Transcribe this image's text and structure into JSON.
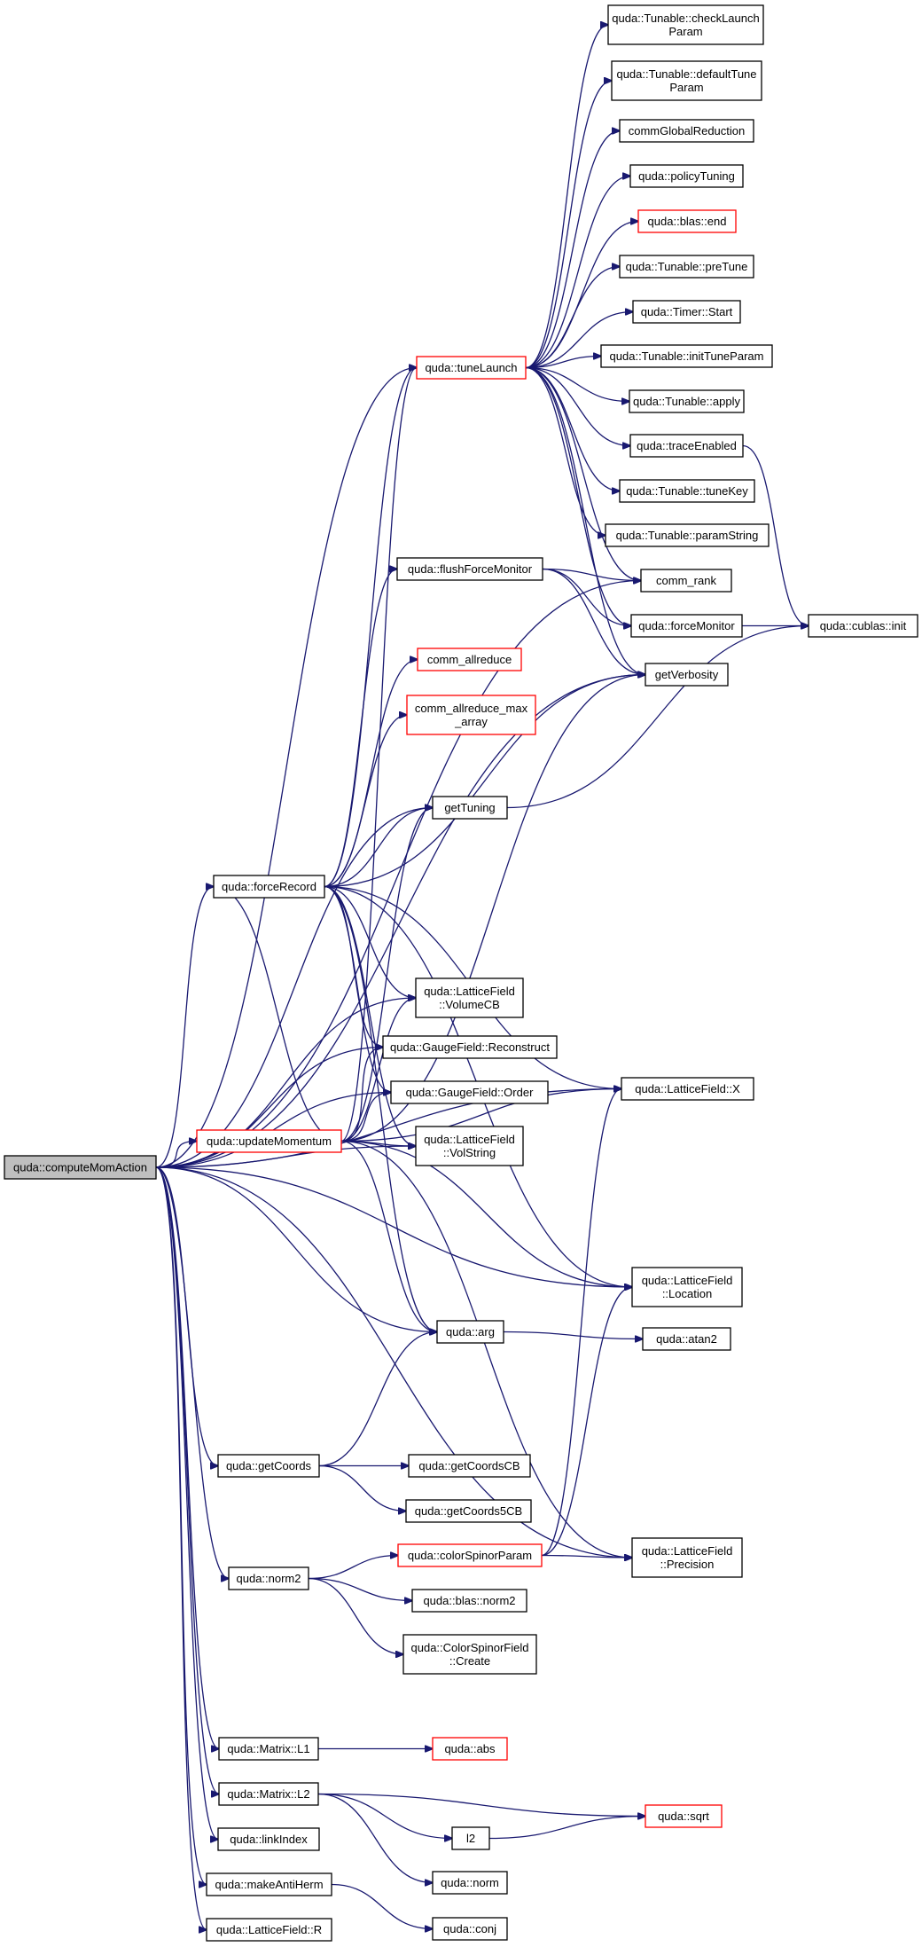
{
  "colors": {
    "edge": "#191970",
    "border": "#000000",
    "border_highlight": "#ff0000",
    "root_fill": "#bfbfbf"
  },
  "nodes": {
    "computeMomAction": {
      "lines": [
        "quda::computeMomAction"
      ],
      "style": "root"
    },
    "tuneLaunch": {
      "lines": [
        "quda::tuneLaunch"
      ],
      "style": "red"
    },
    "checkLaunchParam": {
      "lines": [
        "quda::Tunable::checkLaunch",
        "Param"
      ],
      "style": "normal"
    },
    "defaultTuneParam": {
      "lines": [
        "quda::Tunable::defaultTune",
        "Param"
      ],
      "style": "normal"
    },
    "commGlobalReduction": {
      "lines": [
        "commGlobalReduction"
      ],
      "style": "normal"
    },
    "policyTuning": {
      "lines": [
        "quda::policyTuning"
      ],
      "style": "normal"
    },
    "blasEnd": {
      "lines": [
        "quda::blas::end"
      ],
      "style": "red"
    },
    "preTune": {
      "lines": [
        "quda::Tunable::preTune"
      ],
      "style": "normal"
    },
    "timerStart": {
      "lines": [
        "quda::Timer::Start"
      ],
      "style": "normal"
    },
    "initTuneParam": {
      "lines": [
        "quda::Tunable::initTuneParam"
      ],
      "style": "normal"
    },
    "tunableApply": {
      "lines": [
        "quda::Tunable::apply"
      ],
      "style": "normal"
    },
    "traceEnabled": {
      "lines": [
        "quda::traceEnabled"
      ],
      "style": "normal"
    },
    "tuneKey": {
      "lines": [
        "quda::Tunable::tuneKey"
      ],
      "style": "normal"
    },
    "paramString": {
      "lines": [
        "quda::Tunable::paramString"
      ],
      "style": "normal"
    },
    "commRank": {
      "lines": [
        "comm_rank"
      ],
      "style": "normal"
    },
    "flushForceMonitor": {
      "lines": [
        "quda::flushForceMonitor"
      ],
      "style": "normal"
    },
    "forceMonitor": {
      "lines": [
        "quda::forceMonitor"
      ],
      "style": "normal"
    },
    "cublasInit": {
      "lines": [
        "quda::cublas::init"
      ],
      "style": "normal"
    },
    "commAllreduce": {
      "lines": [
        "comm_allreduce"
      ],
      "style": "red"
    },
    "getVerbosity": {
      "lines": [
        "getVerbosity"
      ],
      "style": "normal"
    },
    "commAllreduceMax": {
      "lines": [
        "comm_allreduce_max",
        "_array"
      ],
      "style": "red"
    },
    "getTuning": {
      "lines": [
        "getTuning"
      ],
      "style": "normal"
    },
    "forceRecord": {
      "lines": [
        "quda::forceRecord"
      ],
      "style": "normal"
    },
    "volumeCB": {
      "lines": [
        "quda::LatticeField",
        "::VolumeCB"
      ],
      "style": "normal"
    },
    "reconstruct": {
      "lines": [
        "quda::GaugeField::Reconstruct"
      ],
      "style": "normal"
    },
    "latticeX": {
      "lines": [
        "quda::LatticeField::X"
      ],
      "style": "normal"
    },
    "gaugeOrder": {
      "lines": [
        "quda::GaugeField::Order"
      ],
      "style": "normal"
    },
    "updateMomentum": {
      "lines": [
        "quda::updateMomentum"
      ],
      "style": "red"
    },
    "volString": {
      "lines": [
        "quda::LatticeField",
        "::VolString"
      ],
      "style": "normal"
    },
    "location": {
      "lines": [
        "quda::LatticeField",
        "::Location"
      ],
      "style": "normal"
    },
    "arg": {
      "lines": [
        "quda::arg"
      ],
      "style": "normal"
    },
    "atan2": {
      "lines": [
        "quda::atan2"
      ],
      "style": "normal"
    },
    "getCoords": {
      "lines": [
        "quda::getCoords"
      ],
      "style": "normal"
    },
    "getCoordsCB": {
      "lines": [
        "quda::getCoordsCB"
      ],
      "style": "normal"
    },
    "getCoords5CB": {
      "lines": [
        "quda::getCoords5CB"
      ],
      "style": "normal"
    },
    "colorSpinorParam": {
      "lines": [
        "quda::colorSpinorParam"
      ],
      "style": "red"
    },
    "precision": {
      "lines": [
        "quda::LatticeField",
        "::Precision"
      ],
      "style": "normal"
    },
    "norm2": {
      "lines": [
        "quda::norm2"
      ],
      "style": "normal"
    },
    "blasNorm2": {
      "lines": [
        "quda::blas::norm2"
      ],
      "style": "normal"
    },
    "csfCreate": {
      "lines": [
        "quda::ColorSpinorField",
        "::Create"
      ],
      "style": "normal"
    },
    "matrixL1": {
      "lines": [
        "quda::Matrix::L1"
      ],
      "style": "normal"
    },
    "abs": {
      "lines": [
        "quda::abs"
      ],
      "style": "red"
    },
    "matrixL2": {
      "lines": [
        "quda::Matrix::L2"
      ],
      "style": "normal"
    },
    "sqrt": {
      "lines": [
        "quda::sqrt"
      ],
      "style": "red"
    },
    "l2": {
      "lines": [
        "l2"
      ],
      "style": "normal"
    },
    "linkIndex": {
      "lines": [
        "quda::linkIndex"
      ],
      "style": "normal"
    },
    "norm": {
      "lines": [
        "quda::norm"
      ],
      "style": "normal"
    },
    "makeAntiHerm": {
      "lines": [
        "quda::makeAntiHerm"
      ],
      "style": "normal"
    },
    "conj": {
      "lines": [
        "quda::conj"
      ],
      "style": "normal"
    },
    "latticeR": {
      "lines": [
        "quda::LatticeField::R"
      ],
      "style": "normal"
    }
  },
  "edges": [
    [
      "computeMomAction",
      "tuneLaunch"
    ],
    [
      "computeMomAction",
      "commRank"
    ],
    [
      "computeMomAction",
      "getVerbosity"
    ],
    [
      "computeMomAction",
      "getTuning"
    ],
    [
      "computeMomAction",
      "forceRecord"
    ],
    [
      "computeMomAction",
      "volumeCB"
    ],
    [
      "computeMomAction",
      "reconstruct"
    ],
    [
      "computeMomAction",
      "latticeX"
    ],
    [
      "computeMomAction",
      "gaugeOrder"
    ],
    [
      "computeMomAction",
      "updateMomentum"
    ],
    [
      "computeMomAction",
      "volString"
    ],
    [
      "computeMomAction",
      "location"
    ],
    [
      "computeMomAction",
      "arg"
    ],
    [
      "computeMomAction",
      "getCoords"
    ],
    [
      "computeMomAction",
      "norm2"
    ],
    [
      "computeMomAction",
      "precision"
    ],
    [
      "computeMomAction",
      "matrixL1"
    ],
    [
      "computeMomAction",
      "matrixL2"
    ],
    [
      "computeMomAction",
      "linkIndex"
    ],
    [
      "computeMomAction",
      "makeAntiHerm"
    ],
    [
      "computeMomAction",
      "latticeR"
    ],
    [
      "tuneLaunch",
      "checkLaunchParam"
    ],
    [
      "tuneLaunch",
      "defaultTuneParam"
    ],
    [
      "tuneLaunch",
      "commGlobalReduction"
    ],
    [
      "tuneLaunch",
      "policyTuning"
    ],
    [
      "tuneLaunch",
      "blasEnd"
    ],
    [
      "tuneLaunch",
      "preTune"
    ],
    [
      "tuneLaunch",
      "timerStart"
    ],
    [
      "tuneLaunch",
      "initTuneParam"
    ],
    [
      "tuneLaunch",
      "tunableApply"
    ],
    [
      "tuneLaunch",
      "traceEnabled"
    ],
    [
      "tuneLaunch",
      "tuneKey"
    ],
    [
      "tuneLaunch",
      "paramString"
    ],
    [
      "tuneLaunch",
      "commRank"
    ],
    [
      "tuneLaunch",
      "forceMonitor"
    ],
    [
      "tuneLaunch",
      "getVerbosity"
    ],
    [
      "traceEnabled",
      "cublasInit"
    ],
    [
      "forceMonitor",
      "cublasInit"
    ],
    [
      "getTuning",
      "cublasInit"
    ],
    [
      "flushForceMonitor",
      "commRank"
    ],
    [
      "flushForceMonitor",
      "forceMonitor"
    ],
    [
      "flushForceMonitor",
      "getVerbosity"
    ],
    [
      "forceRecord",
      "tuneLaunch"
    ],
    [
      "forceRecord",
      "flushForceMonitor"
    ],
    [
      "forceRecord",
      "commAllreduce"
    ],
    [
      "forceRecord",
      "commAllreduceMax"
    ],
    [
      "forceRecord",
      "getVerbosity"
    ],
    [
      "forceRecord",
      "getTuning"
    ],
    [
      "forceRecord",
      "volumeCB"
    ],
    [
      "forceRecord",
      "reconstruct"
    ],
    [
      "forceRecord",
      "gaugeOrder"
    ],
    [
      "forceRecord",
      "volString"
    ],
    [
      "forceRecord",
      "latticeX"
    ],
    [
      "forceRecord",
      "location"
    ],
    [
      "forceRecord",
      "arg"
    ],
    [
      "updateMomentum",
      "tuneLaunch"
    ],
    [
      "updateMomentum",
      "forceRecord"
    ],
    [
      "updateMomentum",
      "getTuning"
    ],
    [
      "updateMomentum",
      "volumeCB"
    ],
    [
      "updateMomentum",
      "reconstruct"
    ],
    [
      "updateMomentum",
      "gaugeOrder"
    ],
    [
      "updateMomentum",
      "volString"
    ],
    [
      "updateMomentum",
      "getVerbosity"
    ],
    [
      "updateMomentum",
      "latticeX"
    ],
    [
      "updateMomentum",
      "location"
    ],
    [
      "updateMomentum",
      "arg"
    ],
    [
      "updateMomentum",
      "precision"
    ],
    [
      "arg",
      "atan2"
    ],
    [
      "getCoords",
      "arg"
    ],
    [
      "getCoords",
      "getCoordsCB"
    ],
    [
      "getCoords",
      "getCoords5CB"
    ],
    [
      "norm2",
      "colorSpinorParam"
    ],
    [
      "norm2",
      "blasNorm2"
    ],
    [
      "norm2",
      "csfCreate"
    ],
    [
      "colorSpinorParam",
      "precision"
    ],
    [
      "colorSpinorParam",
      "location"
    ],
    [
      "colorSpinorParam",
      "latticeX"
    ],
    [
      "matrixL1",
      "abs"
    ],
    [
      "matrixL2",
      "sqrt"
    ],
    [
      "matrixL2",
      "l2"
    ],
    [
      "matrixL2",
      "norm"
    ],
    [
      "l2",
      "sqrt"
    ],
    [
      "makeAntiHerm",
      "conj"
    ]
  ]
}
